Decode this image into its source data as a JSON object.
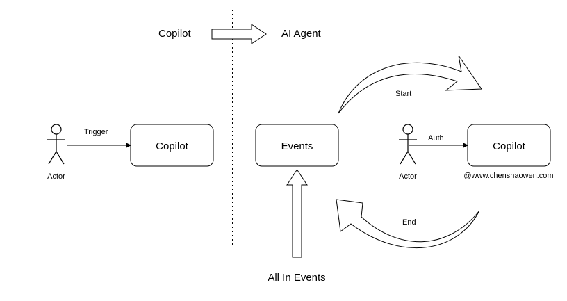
{
  "header": {
    "left_label": "Copilot",
    "right_label": "AI Agent"
  },
  "left": {
    "actor_label": "Actor",
    "edge_label": "Trigger",
    "box_label": "Copilot"
  },
  "center": {
    "box_label": "Events",
    "bottom_label": "All In Events"
  },
  "cycle": {
    "start_label": "Start",
    "end_label": "End"
  },
  "right": {
    "actor_label": "Actor",
    "edge_label": "Auth",
    "box_label": "Copilot",
    "watermark": "@www.chenshaowen.com"
  }
}
